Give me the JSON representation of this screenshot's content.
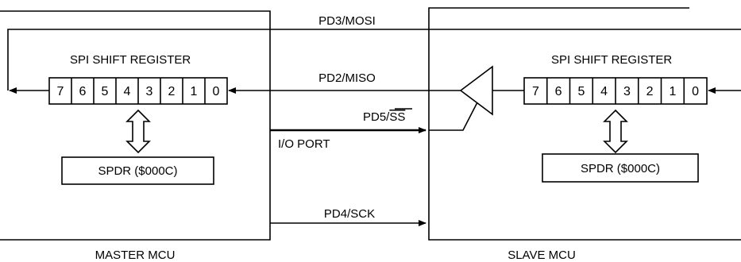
{
  "signals": {
    "mosi": "PD3/MOSI",
    "miso": "PD2/MISO",
    "ss_prefix": "PD5/",
    "ss_overline": "SS",
    "io_port": "I/O PORT",
    "sck": "PD4/SCK"
  },
  "master": {
    "title": "MASTER MCU",
    "register_label": "SPI SHIFT REGISTER",
    "bits": [
      "7",
      "6",
      "5",
      "4",
      "3",
      "2",
      "1",
      "0"
    ],
    "data_register": "SPDR ($000C)"
  },
  "slave": {
    "title": "SLAVE MCU",
    "register_label": "SPI SHIFT REGISTER",
    "bits": [
      "7",
      "6",
      "5",
      "4",
      "3",
      "2",
      "1",
      "0"
    ],
    "data_register": "SPDR ($000C)"
  }
}
